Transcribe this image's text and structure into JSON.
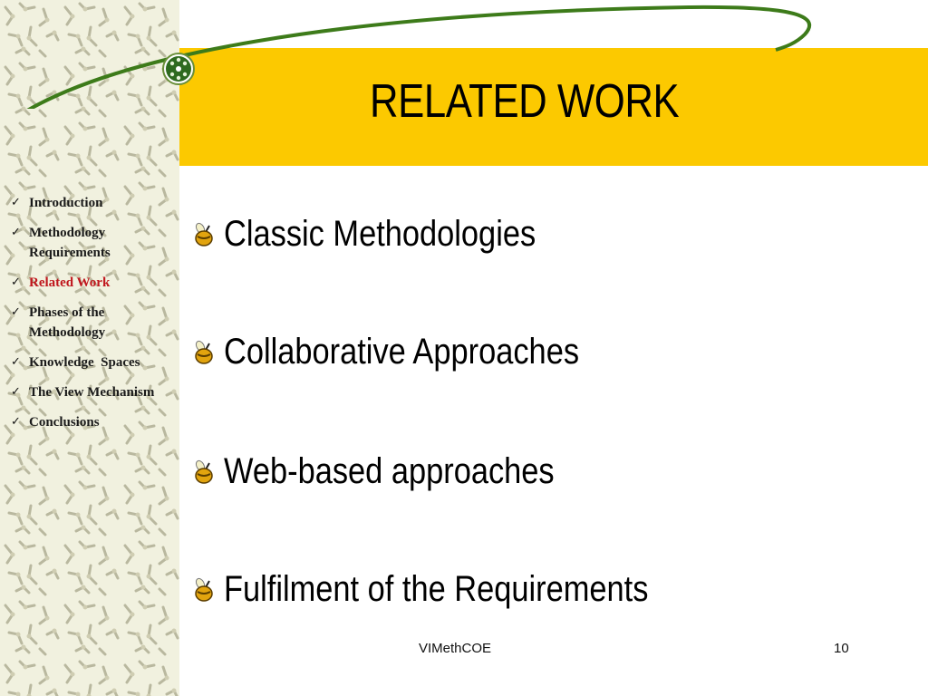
{
  "slide": {
    "title": "RELATED WORK",
    "nav": [
      {
        "label_lines": [
          "Introduction"
        ],
        "active": false
      },
      {
        "label_lines": [
          "Methodology",
          "Requirements"
        ],
        "active": false
      },
      {
        "label_lines": [
          "Related Work"
        ],
        "active": true
      },
      {
        "label_lines": [
          "Phases of the",
          "Methodology"
        ],
        "active": false
      },
      {
        "label_lines": [
          "Knowledge  Spaces"
        ],
        "active": false
      },
      {
        "label_lines": [
          "The View Mechanism"
        ],
        "active": false
      },
      {
        "label_lines": [
          "Conclusions"
        ],
        "active": false
      }
    ],
    "bullets": [
      "Classic Methodologies",
      "Collaborative Approaches",
      "Web-based approaches",
      "Fulfilment of the Requirements"
    ],
    "footer": {
      "center": "VIMethCOE",
      "page_number": "10"
    }
  },
  "colors": {
    "title_band": "#fcc900",
    "active_nav": "#c0161d",
    "arc_line": "#3d7b1a",
    "sidebar_background": "#f1f1df"
  },
  "icons": {
    "nav_marker": "checkmark-icon",
    "bullet_marker": "bee-bullet-icon",
    "arc_emblem": "green-node-emblem-icon"
  }
}
